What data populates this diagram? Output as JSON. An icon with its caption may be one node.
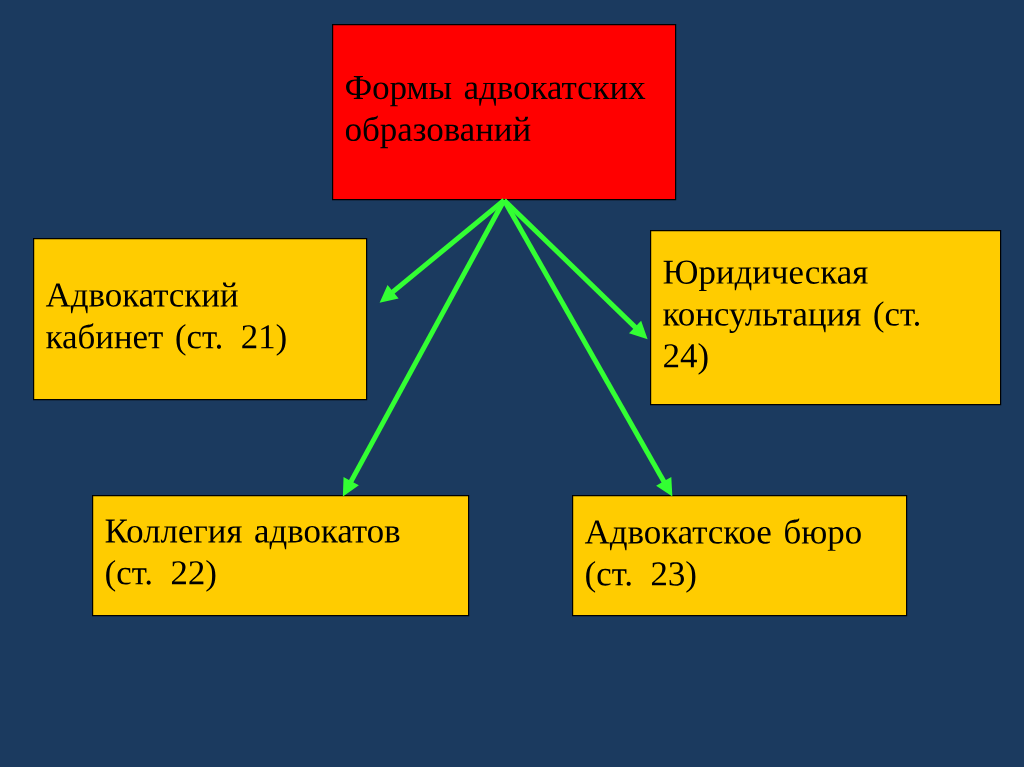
{
  "diagram": {
    "nodes": [
      {
        "text": [
          "Формы адвокатских образований"
        ]
      },
      {
        "text": [
          "Адвокатский кабинет (ст. 21)"
        ]
      },
      {
        "text": [
          "Юридическая консультация (ст. 24)"
        ]
      },
      {
        "text": [
          "Коллегия адвокатов (ст. 22)"
        ]
      },
      {
        "text": [
          "Адвокатское бюро (ст. 23)"
        ]
      }
    ],
    "edges": [
      {
        "from": 0,
        "to": 1,
        "arrow": "to"
      },
      {
        "from": 0,
        "to": 2,
        "arrow": "to"
      },
      {
        "from": 0,
        "to": 3,
        "arrow": "to"
      },
      {
        "from": 0,
        "to": 4,
        "arrow": "to"
      }
    ]
  }
}
